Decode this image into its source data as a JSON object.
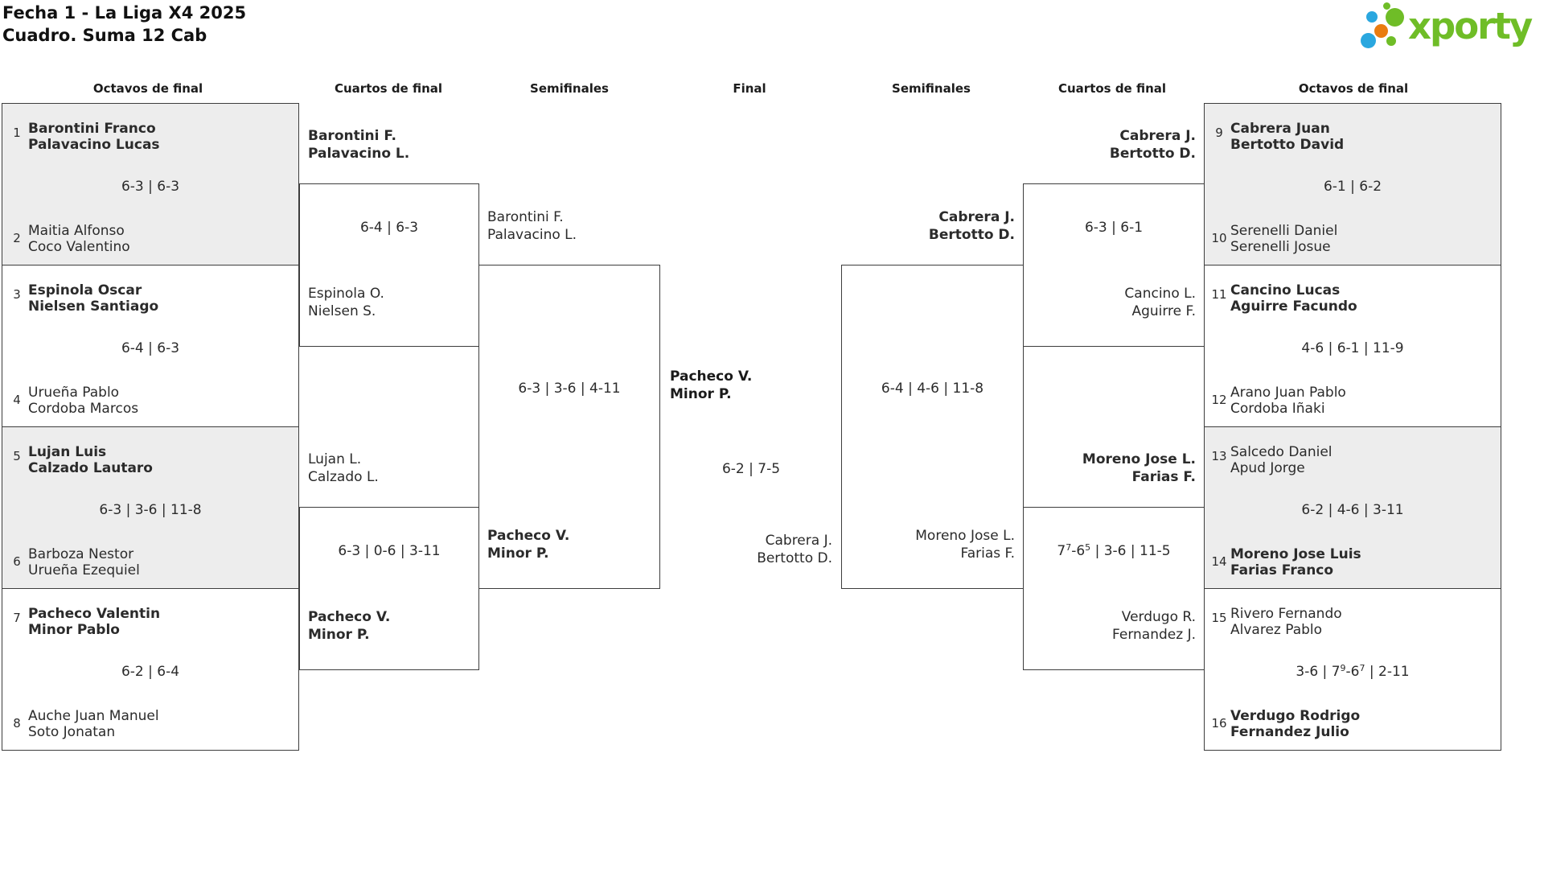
{
  "header": {
    "title_line1": "Fecha 1 - La Liga X4 2025",
    "title_line2": "Cuadro. Suma 12 Cab"
  },
  "logo": {
    "text": "xporty"
  },
  "colors": {
    "brand_green": "#6fbd27",
    "brand_blue": "#2aa7df",
    "brand_orange": "#ea7c0f",
    "box_gray": "#ededed",
    "line_dark": "#3d3d3d"
  },
  "round_headers": {
    "r16_left": "Octavos de final",
    "qf_left": "Cuartos de final",
    "sf_left": "Semifinales",
    "final": "Final",
    "sf_right": "Semifinales",
    "qf_right": "Cuartos de final",
    "r16_right": "Octavos de final"
  },
  "r16": [
    {
      "s1": "1",
      "t1": [
        "Barontini Franco",
        "Palavacino Lucas"
      ],
      "sc": {
        "a": "6-3 | 6-3"
      },
      "s2": "2",
      "t2": [
        "Maitia Alfonso",
        "Coco Valentino"
      ]
    },
    {
      "s1": "3",
      "t1": [
        "Espinola Oscar",
        "Nielsen Santiago"
      ],
      "sc": {
        "a": "6-4 | 6-3"
      },
      "s2": "4",
      "t2": [
        "Urueña Pablo",
        "Cordoba Marcos"
      ]
    },
    {
      "s1": "5",
      "t1": [
        "Lujan Luis",
        "Calzado Lautaro"
      ],
      "sc": {
        "a": "6-3 | 3-6 | 11-8"
      },
      "s2": "6",
      "t2": [
        "Barboza Nestor",
        "Urueña Ezequiel"
      ]
    },
    {
      "s1": "7",
      "t1": [
        "Pacheco Valentin",
        "Minor Pablo"
      ],
      "sc": {
        "a": "6-2 | 6-4"
      },
      "s2": "8",
      "t2": [
        "Auche Juan Manuel",
        "Soto Jonatan"
      ]
    },
    {
      "s1": "9",
      "t1": [
        "Cabrera Juan",
        "Bertotto David"
      ],
      "sc": {
        "a": "6-1 | 6-2"
      },
      "s2": "10",
      "t2": [
        "Serenelli Daniel",
        "Serenelli Josue"
      ]
    },
    {
      "s1": "11",
      "t1": [
        "Cancino Lucas",
        "Aguirre Facundo"
      ],
      "sc": {
        "a": "4-6 | 6-1 | 11-9"
      },
      "s2": "12",
      "t2": [
        "Arano Juan Pablo",
        "Cordoba Iñaki"
      ]
    },
    {
      "s1": "13",
      "t1": [
        "Salcedo Daniel",
        "Apud Jorge"
      ],
      "sc": {
        "a": "6-2 | 4-6 | 3-11"
      },
      "s2": "14",
      "t2": [
        "Moreno Jose Luis",
        "Farias Franco"
      ]
    },
    {
      "s1": "15",
      "t1": [
        "Rivero Fernando",
        "Alvarez Pablo"
      ],
      "sc": {
        "a": "3-6 | 7",
        "asup": "9",
        "b": "-6",
        "bsup": "7",
        "c": " | 2-11"
      },
      "s2": "16",
      "t2": [
        "Verdugo Rodrigo",
        "Fernandez Julio"
      ]
    }
  ],
  "qf": [
    {
      "top": [
        "Barontini F.",
        "Palavacino L."
      ],
      "sc": {
        "a": "6-4 | 6-3"
      },
      "bot": [
        "Espinola O.",
        "Nielsen S."
      ]
    },
    {
      "top": [
        "Lujan L.",
        "Calzado L."
      ],
      "sc": {
        "a": "6-3 | 0-6 | 3-11"
      },
      "bot": [
        "Pacheco V.",
        "Minor P."
      ]
    },
    {
      "top": [
        "Cabrera J.",
        "Bertotto D."
      ],
      "sc": {
        "a": "6-3 | 6-1"
      },
      "bot": [
        "Cancino L.",
        "Aguirre F."
      ]
    },
    {
      "top": [
        "Moreno Jose L.",
        "Farias F."
      ],
      "sc": {
        "a": "7",
        "asup": "7",
        "b": "-6",
        "bsup": "5",
        "c": " | 3-6 | 11-5"
      },
      "bot": [
        "Verdugo R.",
        "Fernandez J."
      ]
    }
  ],
  "sf": [
    {
      "top": [
        "Barontini F.",
        "Palavacino L."
      ],
      "sc": {
        "a": "6-3 | 3-6 | 4-11"
      },
      "bot": [
        "Pacheco V.",
        "Minor P."
      ]
    },
    {
      "top": [
        "Cabrera J.",
        "Bertotto D."
      ],
      "sc": {
        "a": "6-4 | 4-6 | 11-8"
      },
      "bot": [
        "Moreno Jose L.",
        "Farias F."
      ]
    }
  ],
  "final": {
    "winner": [
      "Pacheco V.",
      "Minor P."
    ],
    "sc": {
      "a": "6-2 | 7-5"
    },
    "runner_up": [
      "Cabrera J.",
      "Bertotto D."
    ]
  }
}
